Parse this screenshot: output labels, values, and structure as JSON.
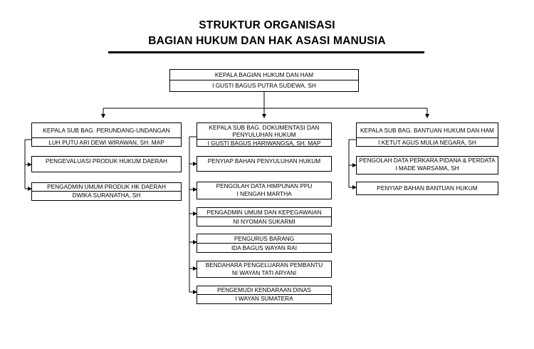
{
  "title": {
    "line1": "STRUKTUR ORGANISASI",
    "line2": "BAGIAN HUKUM DAN HAK ASASI MANUSIA"
  },
  "head": {
    "position": "KEPALA BAGIAN HUKUM DAN HAM",
    "name": "I GUSTI BAGUS PUTRA SUDEWA, SH"
  },
  "left": {
    "head": {
      "position": "KEPALA SUB BAG. PERUNDANG-UNDANGAN",
      "name": "LUH PUTU ARI DEWI WIRAWAN, SH. MAP"
    },
    "staff": [
      {
        "position": "PENGEVALUASI PRODUK HUKUM DAERAH",
        "name": ""
      },
      {
        "position": "PENGADMIN UMUM PRODUK HK DAERAH",
        "name": "DWIKA SURANATHA, SH"
      }
    ]
  },
  "center": {
    "head": {
      "position": "KEPALA SUB BAG. DOKUMENTASI DAN PENYULUHAN HUKUM",
      "name": "I GUSTI BAGUS HARIWANGSA, SH. MAP"
    },
    "staff": [
      {
        "position": "PENYIAP BAHAN PENYULUHAN HUKUM",
        "name": ""
      },
      {
        "position": "PENGOLAH DATA HIMPUNAN PPU",
        "name": "I NENGAH MARTHA"
      },
      {
        "position": "PENGADMIN UMUM DAN KEPEGAWAIAN",
        "name": "NI NYOMAN SUKARMI"
      },
      {
        "position": "PENGURUS BARANG",
        "name": "IDA BAGUS WAYAN RAI"
      },
      {
        "position": "BENDAHARA PENGELUARAN PEMBANTU",
        "name": "NI WAYAN TATI ARYANI"
      },
      {
        "position": "PENGEMUDI KENDARAAN DINAS",
        "name": "I WAYAN SUMATERA"
      }
    ]
  },
  "right": {
    "head": {
      "position": "KEPALA SUB BAG. BANTUAN HUKUM DAN HAM",
      "name": "I KETUT AGUS MULIA NEGARA, SH"
    },
    "staff": [
      {
        "position": "PENGOLAH DATA PERKARA PIDANA & PERDATA",
        "name": "I MADE WARSAMA, SH"
      },
      {
        "position": "PENYIAP BAHAN BANTUAN HUKUM",
        "name": ""
      }
    ]
  }
}
